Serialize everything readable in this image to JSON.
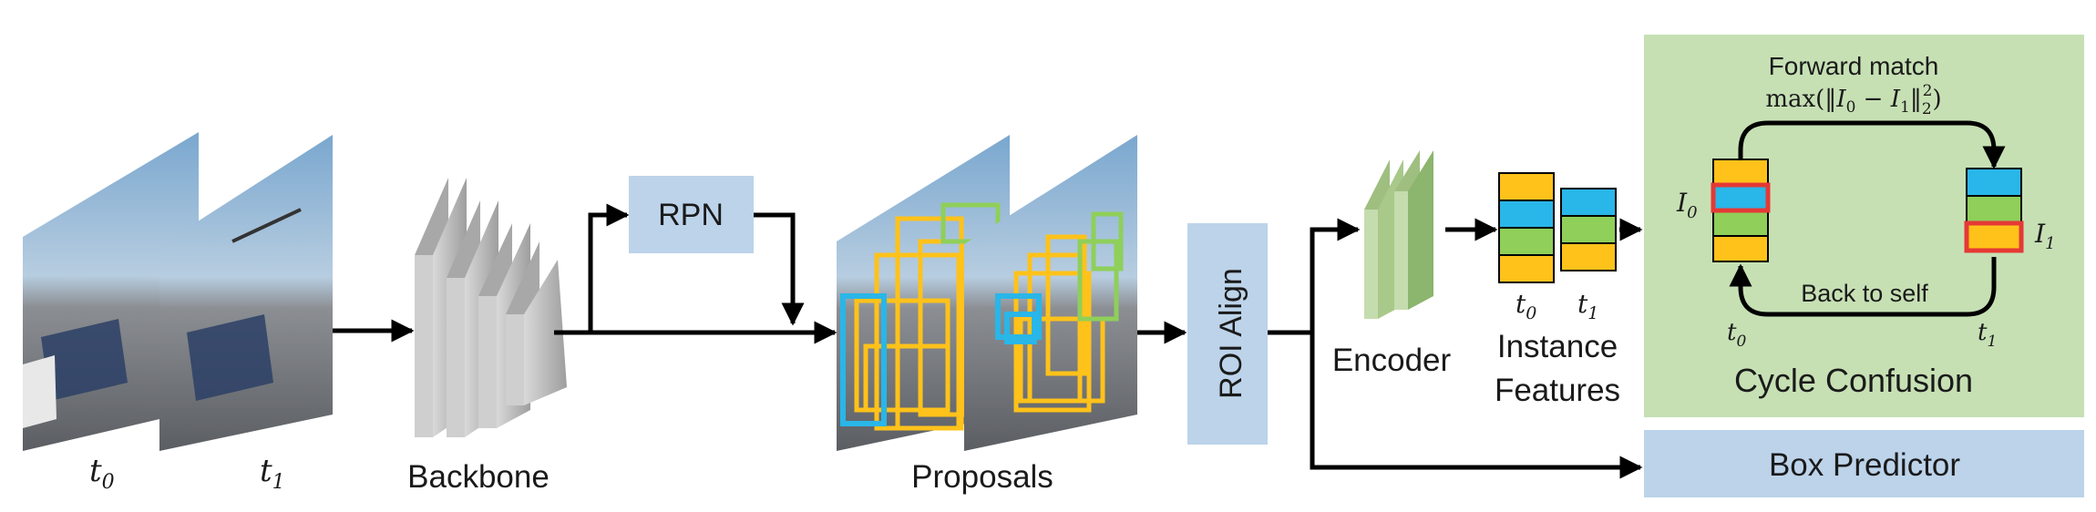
{
  "frames": {
    "t0": "t",
    "t0_sub": "0",
    "t1": "t",
    "t1_sub": "1"
  },
  "backbone": {
    "label": "Backbone"
  },
  "rpn": {
    "label": "RPN"
  },
  "proposals": {
    "label": "Proposals"
  },
  "roi": {
    "label": "ROI Align"
  },
  "encoder": {
    "label": "Encoder"
  },
  "instance": {
    "line1": "Instance",
    "line2": "Features",
    "t0": "t",
    "t0_sub": "0",
    "t1": "t",
    "t1_sub": "1"
  },
  "cycle": {
    "title": "Cycle Confusion",
    "forward": "Forward match",
    "formula_prefix": "max(‖",
    "formula_I0": "I",
    "formula_I0_sub": "0",
    "formula_minus": " − ",
    "formula_I1": "I",
    "formula_I1_sub": "1",
    "formula_suffix": "‖",
    "formula_sub": "2",
    "formula_sup": "2",
    "formula_close": ")",
    "back": "Back to self",
    "I0": "I",
    "I0_sub": "0",
    "I1": "I",
    "I1_sub": "1",
    "t0": "t",
    "t0_sub": "0",
    "t1": "t",
    "t1_sub": "1"
  },
  "box_predictor": {
    "label": "Box Predictor"
  },
  "colors": {
    "blue": "#29b6e8",
    "green": "#8fcf5a",
    "yellow": "#ffc21a",
    "panel_green": "#c6e0b4",
    "panel_blue": "#bcd3ea",
    "highlight_red": "#e53935",
    "backbone_gray": "#bdbdbd",
    "encoder_green": "#a9c98a"
  }
}
